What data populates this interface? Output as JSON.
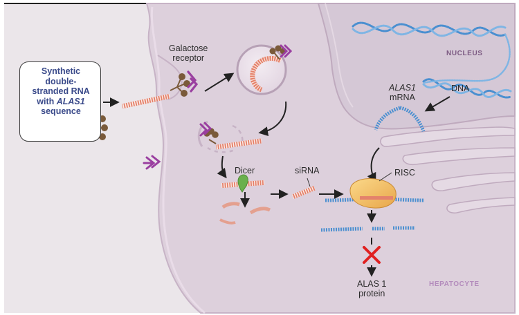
{
  "callout": {
    "line1": "Synthetic",
    "line2": "double-",
    "line3": "stranded RNA",
    "line4_prefix": "with ",
    "line4_gene": "ALAS1",
    "line5": "sequence"
  },
  "labels": {
    "galactose_line1": "Galactose",
    "galactose_line2": "receptor",
    "dicer": "Dicer",
    "sirna": "siRNA",
    "risc": "RISC",
    "alas1_gene": "ALAS1",
    "alas1_mrna": "mRNA",
    "dna": "DNA",
    "protein_line1": "ALAS 1",
    "protein_line2": "protein"
  },
  "regions": {
    "nucleus": "NUCLEUS",
    "hepatocyte": "HEPATOCYTE"
  },
  "colors": {
    "cytoplasm": "#ddd0dc",
    "extracellular": "#ebe6ea",
    "rna_strand": "#e4826b",
    "mrna_strand": "#4a8fd0",
    "receptor": "#9a3fa0",
    "ligand": "#7a5a3a",
    "dicer": "#6ab04c",
    "risc": "#f0b85a",
    "block_mark": "#e02020"
  },
  "icons": [
    "arrow-icon",
    "block-x-icon",
    "receptor-icon",
    "ligand-icon",
    "dicer-icon",
    "risc-icon"
  ]
}
